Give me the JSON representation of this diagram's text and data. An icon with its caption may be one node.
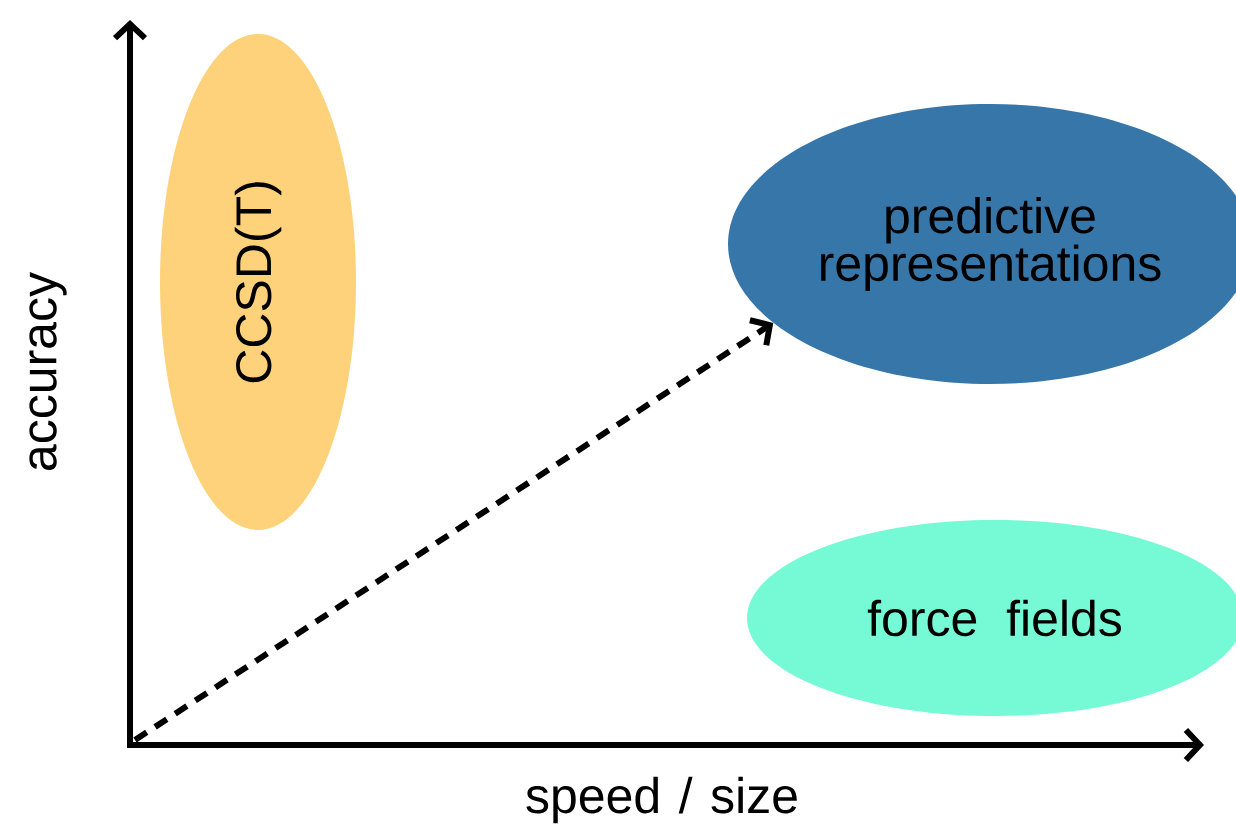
{
  "diagram": {
    "nodes": [
      {
        "text": [
          "CCSD(T)"
        ]
      },
      {
        "text": [
          "predictive representations"
        ]
      },
      {
        "text": [
          "force fields"
        ]
      }
    ],
    "edges": [
      {
        "from": null,
        "to": 1,
        "arrow": "to",
        "style": "dashed"
      }
    ],
    "labels": [
      "accuracy",
      "speed / size"
    ]
  }
}
